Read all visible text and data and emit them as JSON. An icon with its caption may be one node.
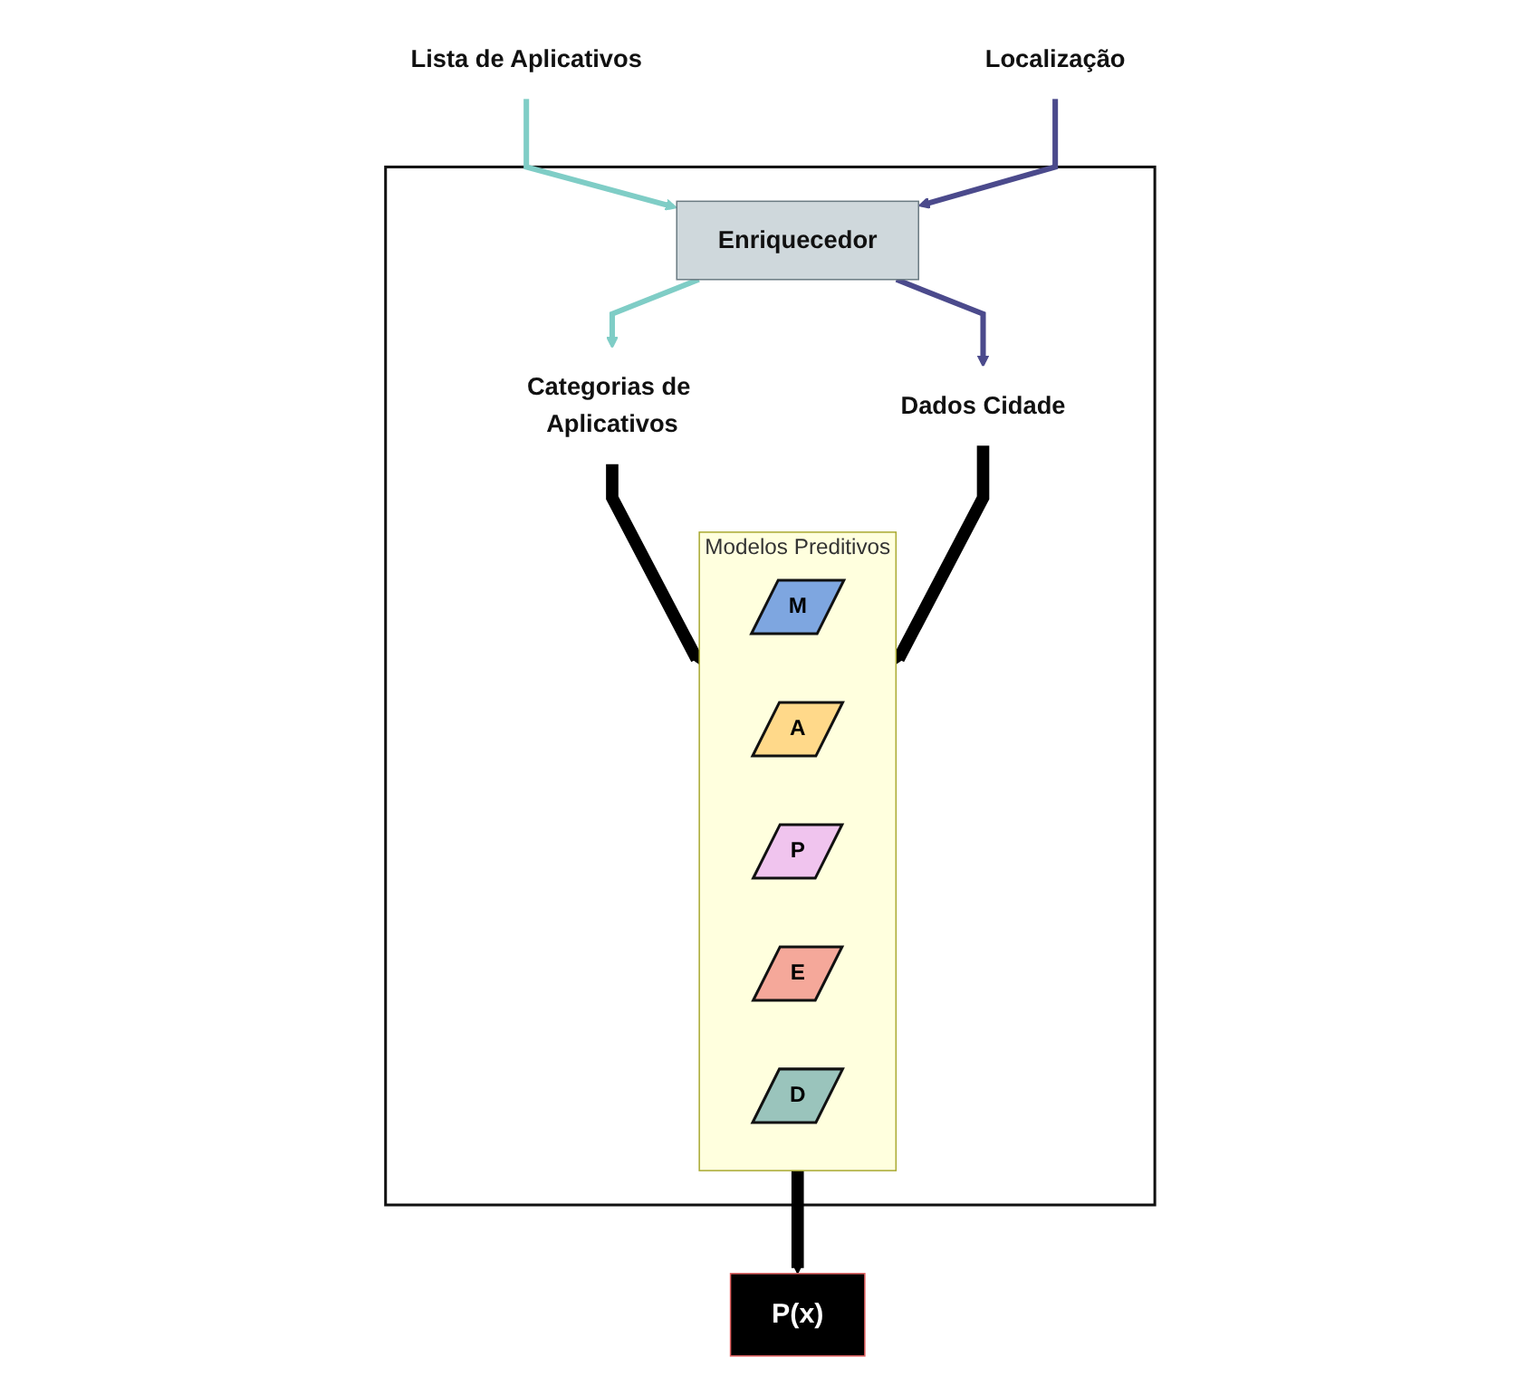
{
  "diagram": {
    "nodes": [
      {
        "text": [],
        "shape": "box"
      },
      {
        "text": [
          "Lista de Aplicativos"
        ]
      },
      {
        "text": [
          "Localização"
        ]
      },
      {
        "text": [
          "Enriquecedor"
        ],
        "in": 0
      },
      {
        "text": [
          "Categorias de Aplicativos"
        ],
        "in": 0
      },
      {
        "text": [
          "Dados Cidade"
        ],
        "in": 0
      },
      {
        "text": [
          "Modelos Preditivos"
        ],
        "in": 0
      },
      {
        "text": [
          "M"
        ],
        "in": 6
      },
      {
        "text": [
          "A"
        ],
        "in": 6
      },
      {
        "text": [
          "P"
        ],
        "in": 6
      },
      {
        "text": [
          "E"
        ],
        "in": 6
      },
      {
        "text": [
          "D"
        ],
        "in": 6
      },
      {
        "text": [
          "P(x)"
        ]
      }
    ],
    "edges": [
      {
        "from": 1,
        "to": 3,
        "arrow": "to",
        "color": "#7fcdc6"
      },
      {
        "from": 2,
        "to": 3,
        "arrow": "to",
        "color": "#4b4a8c"
      },
      {
        "from": 3,
        "to": 4,
        "arrow": "to",
        "color": "#7fcdc6"
      },
      {
        "from": 3,
        "to": 5,
        "arrow": "to",
        "color": "#4b4a8c"
      },
      {
        "from": 4,
        "to": 6,
        "arrow": "to",
        "style": "thick",
        "color": "#000000"
      },
      {
        "from": 5,
        "to": 6,
        "arrow": "to",
        "style": "thick",
        "color": "#000000"
      },
      {
        "from": 6,
        "to": 12,
        "arrow": "to",
        "style": "thick",
        "color": "#000000"
      }
    ]
  }
}
